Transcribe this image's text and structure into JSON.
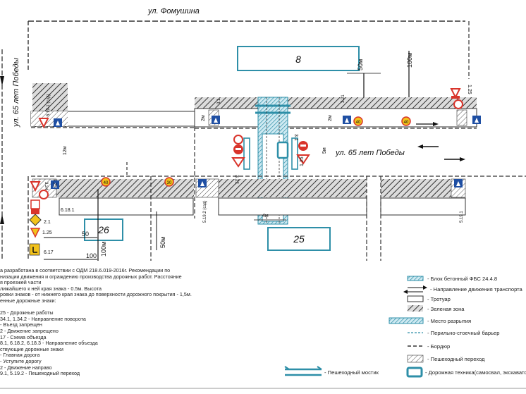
{
  "streets": {
    "fomushina": "ул. Фомушина",
    "pobedy_vertical": "ул. 65 лет Победы",
    "pobedy_horizontal": "ул. 65 лет Победы"
  },
  "buildings": {
    "b8": "8",
    "b25": "25",
    "b26": "26"
  },
  "distances": {
    "d50m_top": "50м",
    "d100m_top": "100м",
    "d50_left": "50",
    "d100_left": "100",
    "d100m_left": "100м",
    "d50m_bottom": "50м",
    "d12m": "12м",
    "d2m_a": "2м",
    "d2m_b": "2м",
    "d4m": "4м",
    "d5m": "5м"
  },
  "sign_labels": {
    "s1": "1.25",
    "s2": "3.21",
    "s3": "3.24",
    "s4": "3.1",
    "s5": "6.18.1",
    "s6": "2.1",
    "s7": "1.25",
    "s8": "6.17",
    "s9": "3.1",
    "s10": "1.25",
    "s11": "3.21",
    "s12": "5.19.1 (сзд)",
    "s13": "5.19.2 (сзд)",
    "s14": "1.25",
    "s15": "5.19.1"
  },
  "speed_signs": [
    "40",
    "30",
    "40",
    "40"
  ],
  "notes": [
    "а разработана в соответствии с ОДМ 218.6.019-2016г. Рекомендации по",
    "низации движения и ограждению производства дорожных работ. Расстояние",
    "я проезжей части",
    "лижайшего к ней края знака - 0.5м. Высота",
    "ровки знаков - от нижнего края знака до поверхности дорожного покрытия - 1,5м.",
    "енные дорожные знаки:",
    "",
    "25 - Дорожные работы",
    "34.1, 1.34.2 - Направление поворота",
    "- Въезд запрещен",
    "2 - Движение запрещено",
    "17 - Схема объезда",
    "8.1, 6.18.2, 6.18.3 - Направление объезда",
    "ствующие дорожные знаки",
    "- Главная дорога",
    "- Уступите дорогу",
    "2 - Движение направо",
    "9.1, 5.19.2 - Пешеходный переход"
  ],
  "legend": [
    "- Блок бетонный ФБС 24.4.8",
    "- Направление движения транспорта",
    "- Тротуар",
    "- Зеленая зона",
    "- Место разрытия",
    "- Перильно-стоечный барьер",
    "- Бордюр",
    "- Пешеходный переход"
  ],
  "legend_bottom": {
    "bridge": "- Пешеходный мостик",
    "machinery": "- Дорожная техника(самосвал, экскаватор)"
  },
  "colors": {
    "accent": "#2e8fa8",
    "sign_red": "#d9342b",
    "sign_yellow": "#f2c21b",
    "sign_blue": "#1f4fa3",
    "hatch": "#333333"
  }
}
